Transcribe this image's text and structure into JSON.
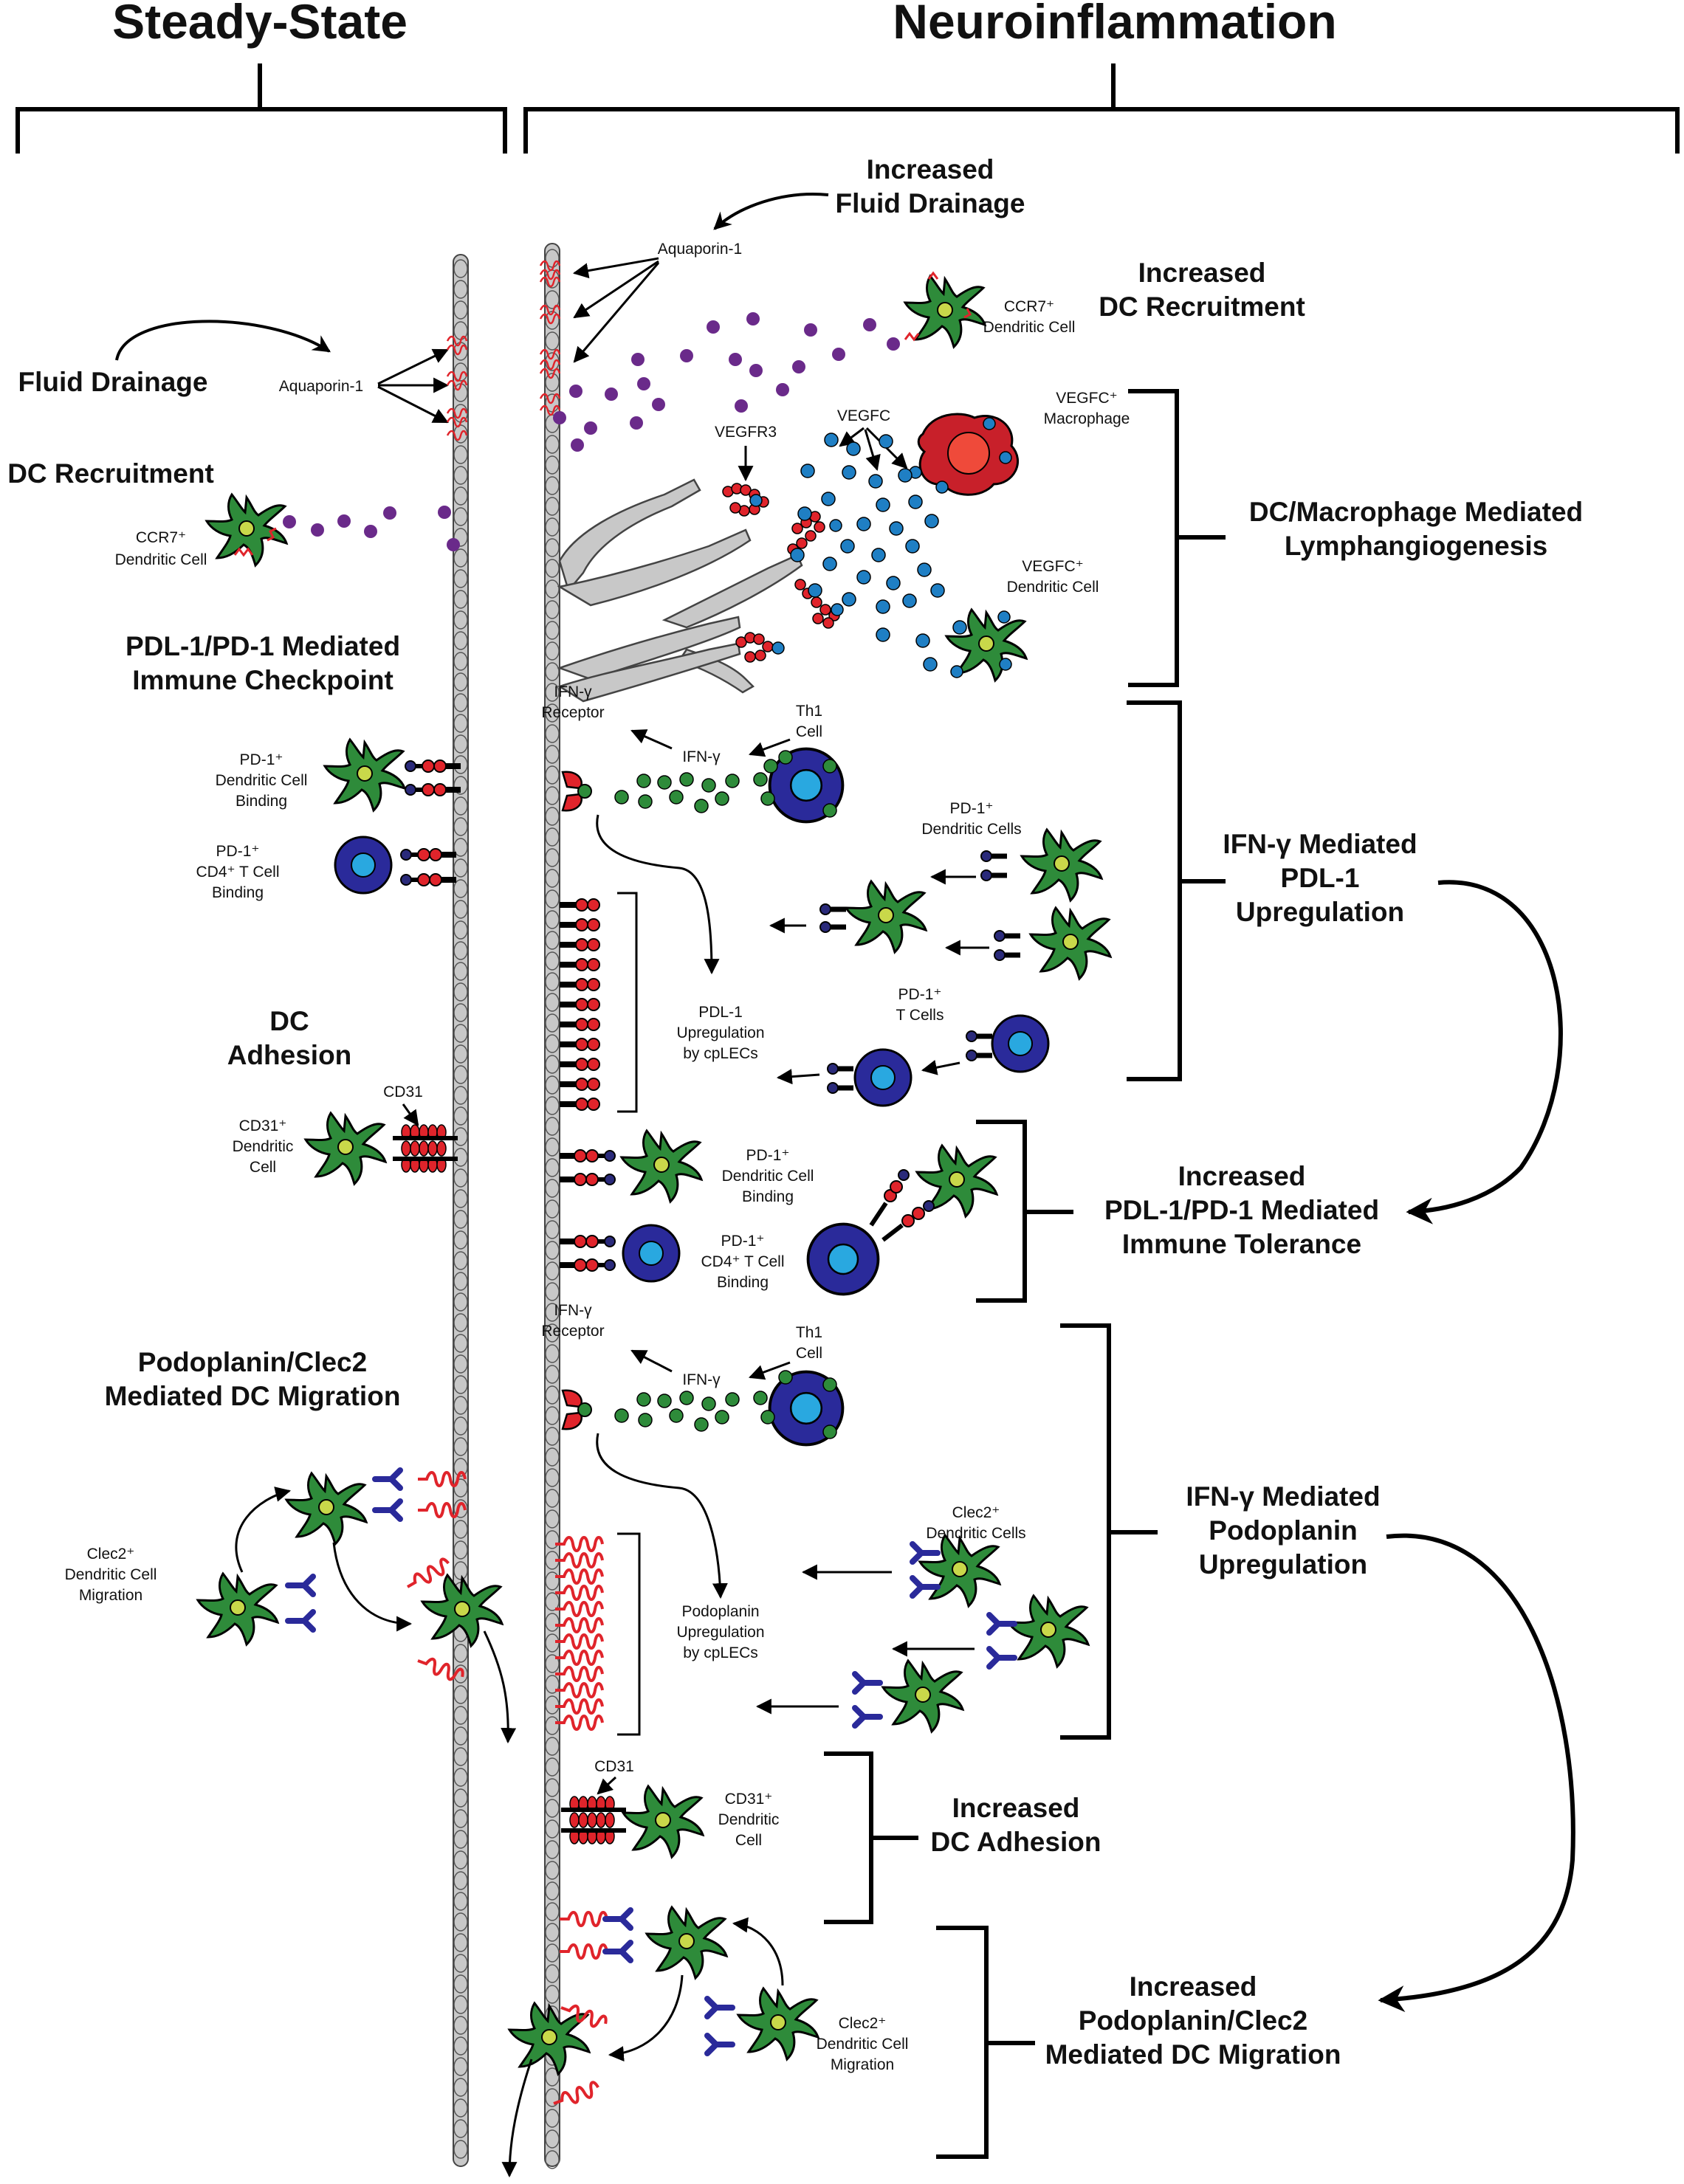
{
  "headers": {
    "left": "Steady-State",
    "right": "Neuroinflammation"
  },
  "steady": {
    "fluid_drainage": "Fluid Drainage",
    "aquaporin": "Aquaporin-1",
    "dc_recruitment": "DC Recruitment",
    "ccr7_dc": [
      "CCR7⁺",
      "Dendritic Cell"
    ],
    "pdl1_title": [
      "PDL-1/PD-1 Mediated",
      "Immune Checkpoint"
    ],
    "pd1_dc": [
      "PD-1⁺",
      "Dendritic Cell",
      "Binding"
    ],
    "pd1_t": [
      "PD-1⁺",
      "CD4⁺ T Cell",
      "Binding"
    ],
    "dc_adhesion": [
      "DC",
      "Adhesion"
    ],
    "cd31": "CD31",
    "cd31_dc": [
      "CD31⁺",
      "Dendritic",
      "Cell"
    ],
    "podo_title": [
      "Podoplanin/Clec2",
      "Mediated DC Migration"
    ],
    "clec2_migration": [
      "Clec2⁺",
      "Dendritic Cell",
      "Migration"
    ]
  },
  "inflamed": {
    "fluid": [
      "Increased",
      "Fluid Drainage"
    ],
    "aquaporin": "Aquaporin-1",
    "dc_recruit": [
      "Increased",
      "DC Recruitment"
    ],
    "ccr7_dc": [
      "CCR7⁺",
      "Dendritic Cell"
    ],
    "vegfr3": "VEGFR3",
    "vegfc": "VEGFC",
    "vegfc_mac": [
      "VEGFC⁺",
      "Macrophage"
    ],
    "vegfc_dc": [
      "VEGFC⁺",
      "Dendritic Cell"
    ],
    "lymph": [
      "DC/Macrophage Mediated",
      "Lymphangiogenesis"
    ],
    "ifn_receptor": [
      "IFN-γ",
      "Receptor"
    ],
    "ifn": "IFN-γ",
    "th1": [
      "Th1",
      "Cell"
    ],
    "pd1_dcs": [
      "PD-1⁺",
      "Dendritic Cells"
    ],
    "pd1_tcells": [
      "PD-1⁺",
      "T Cells"
    ],
    "pdl1_up_small": [
      "PDL-1",
      "Upregulation",
      "by cpLECs"
    ],
    "ifn_pdl1": [
      "IFN-γ Mediated",
      "PDL-1",
      "Upregulation"
    ],
    "pd1_dc_binding": [
      "PD-1⁺",
      "Dendritic Cell",
      "Binding"
    ],
    "pd1_t_binding": [
      "PD-1⁺",
      "CD4⁺ T Cell",
      "Binding"
    ],
    "tolerance": [
      "Increased",
      "PDL-1/PD-1 Mediated",
      "Immune Tolerance"
    ],
    "clec2_dcs": [
      "Clec2⁺",
      "Dendritic Cells"
    ],
    "podo_up_small": [
      "Podoplanin",
      "Upregulation",
      "by cpLECs"
    ],
    "ifn_podo": [
      "IFN-γ Mediated",
      "Podoplanin",
      "Upregulation"
    ],
    "cd31": "CD31",
    "cd31_dc": [
      "CD31⁺",
      "Dendritic",
      "Cell"
    ],
    "adhesion": [
      "Increased",
      "DC Adhesion"
    ],
    "clec2_migration": [
      "Clec2⁺",
      "Dendritic Cell",
      "Migration"
    ],
    "podo_migration": [
      "Increased",
      "Podoplanin/Clec2",
      "Mediated DC Migration"
    ]
  },
  "colors": {
    "dc": "#2e8b3a",
    "nucleus": "#c9d84a",
    "tcell": "#2a2a9a",
    "tnucleus": "#29a8e0",
    "red": "#e0242b",
    "pd1": "#2a2a7a",
    "blue_dot": "#1f7fc4",
    "green_dot": "#2e8b3a",
    "purple": "#6a2a8a",
    "vessel": "#c8c8c8",
    "macrophage": "#c8202a"
  }
}
